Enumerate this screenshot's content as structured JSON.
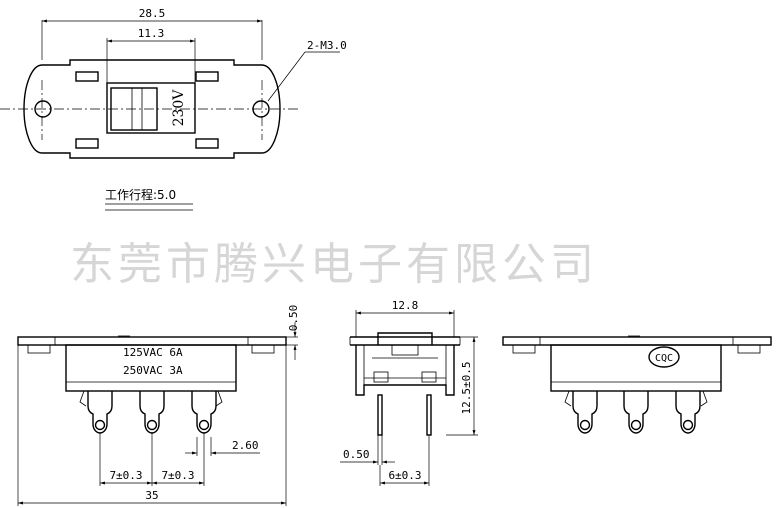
{
  "watermark": "东莞市腾兴电子有限公司",
  "top_view": {
    "dim_overall": "28.5",
    "dim_slot": "11.3",
    "hole_callout": "2-M3.0",
    "voltage_mark": "230V"
  },
  "travel_note": "工作行程:5.0",
  "front_view": {
    "rating_line1": "125VAC  6A",
    "rating_line2": "250VAC  3A",
    "dim_plate_thickness": "0.50",
    "dim_pitch_1": "7±0.3",
    "dim_pitch_2": "7±0.3",
    "dim_pin_width": "2.60",
    "dim_total_length": "35"
  },
  "side_view": {
    "dim_width": "12.8",
    "dim_height": "12.5±0.5",
    "dim_pin_thickness": "0.50",
    "dim_pin_spacing": "6±0.3"
  },
  "back_view": {
    "cert_mark": "CQC"
  }
}
